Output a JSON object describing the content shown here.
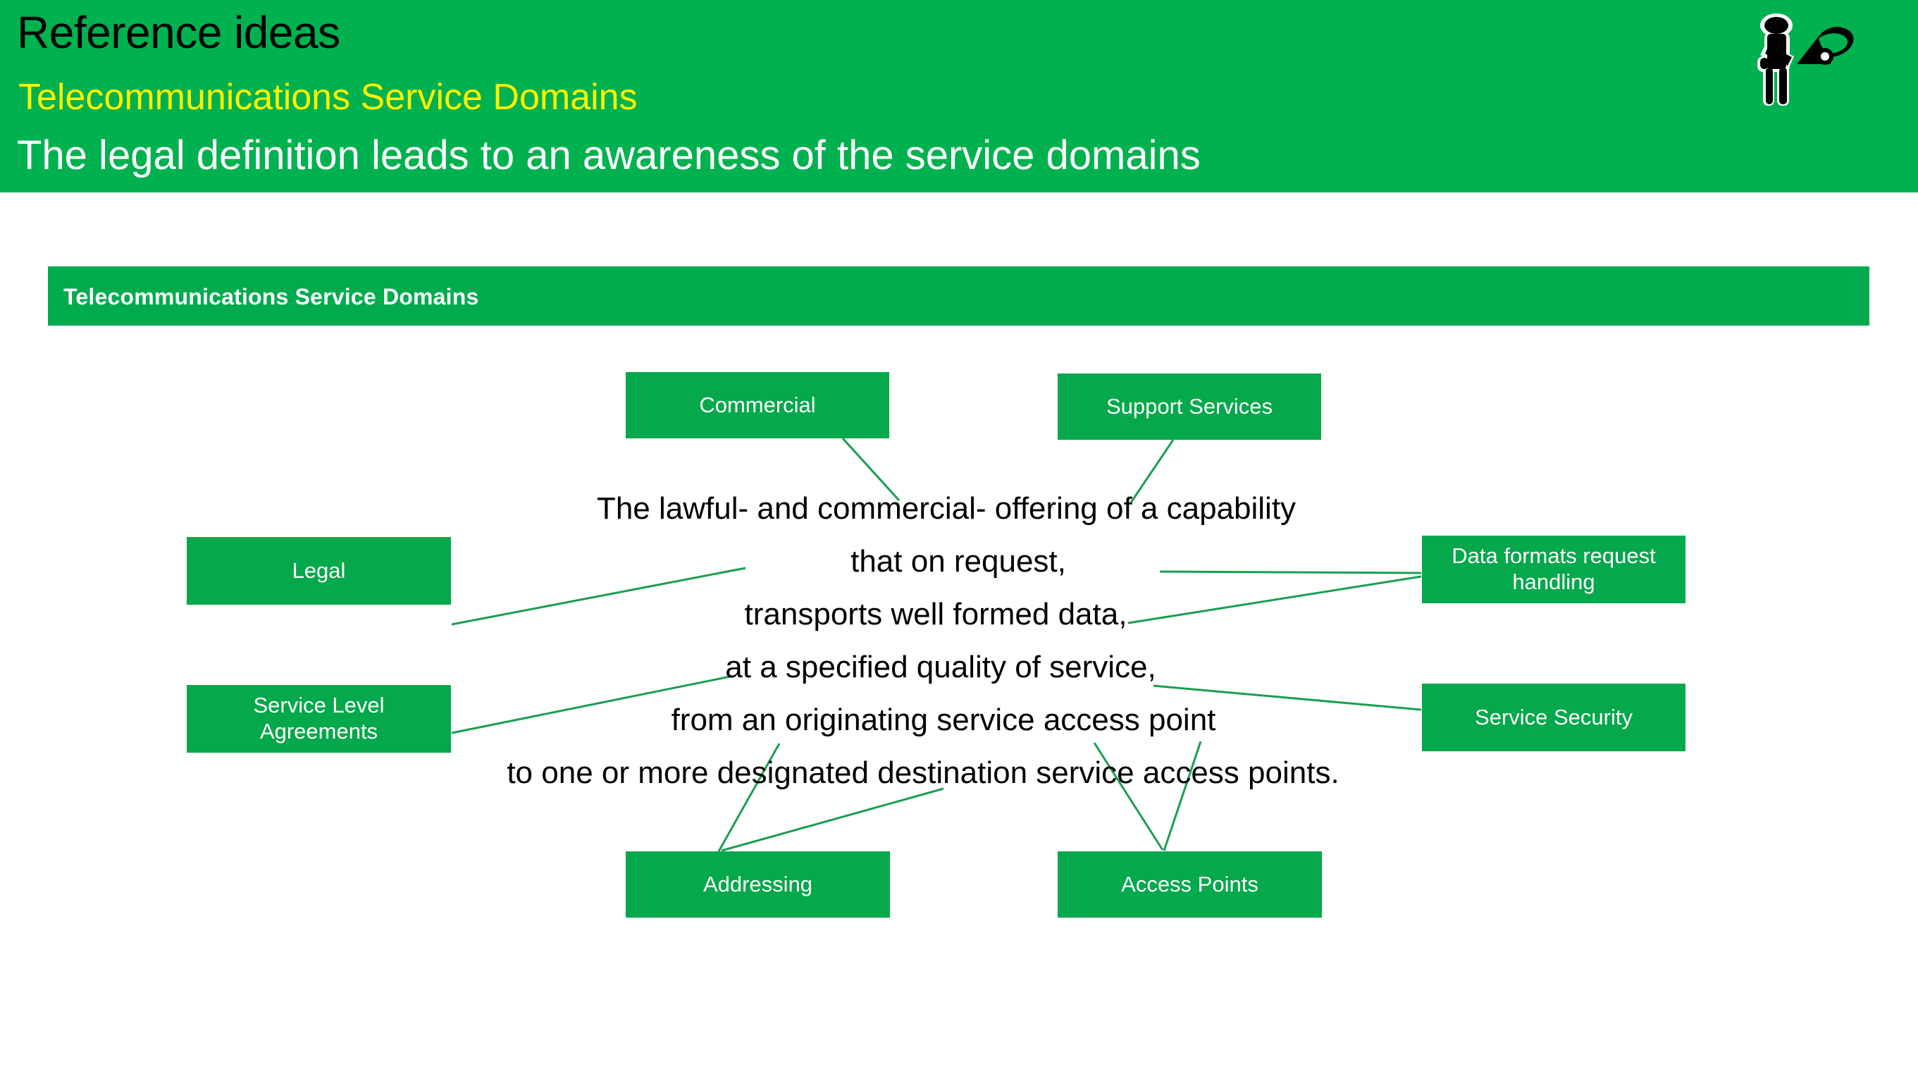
{
  "header": {
    "kicker": "Reference ideas",
    "subtitle": "Telecommunications Service Domains",
    "statement": "The legal definition leads to an awareness of the service domains",
    "logo_icon": "person-with-phone-icon",
    "banner_color": "#00b14f",
    "kicker_color": "#000000",
    "subtitle_color": "#fff200",
    "statement_color": "#ffffff"
  },
  "section": {
    "bar_label": "Telecommunications Service Domains",
    "bar_color": "#00ab4e",
    "bar_text_color": "#ffffff"
  },
  "diagram": {
    "box_color": "#05a84b",
    "box_text_color": "#ffffff",
    "connector_color": "#1a9e52",
    "definition_text_color": "#000000",
    "definition_lines": [
      "The lawful- and commercial- offering of a capability",
      "that on request,",
      "transports well formed data,",
      "at a specified quality of  service,",
      "from an originating  service access point",
      "to one or more designated  destination  service access points."
    ],
    "nodes": [
      {
        "id": "commercial",
        "label": "Commercial"
      },
      {
        "id": "support",
        "label": "Support Services"
      },
      {
        "id": "legal",
        "label": "Legal"
      },
      {
        "id": "dataformats",
        "label": "Data formats request handling"
      },
      {
        "id": "sla",
        "label": "Service Level Agreements"
      },
      {
        "id": "security",
        "label": "Service Security"
      },
      {
        "id": "addressing",
        "label": "Addressing"
      },
      {
        "id": "accesspoints",
        "label": "Access Points"
      }
    ]
  }
}
